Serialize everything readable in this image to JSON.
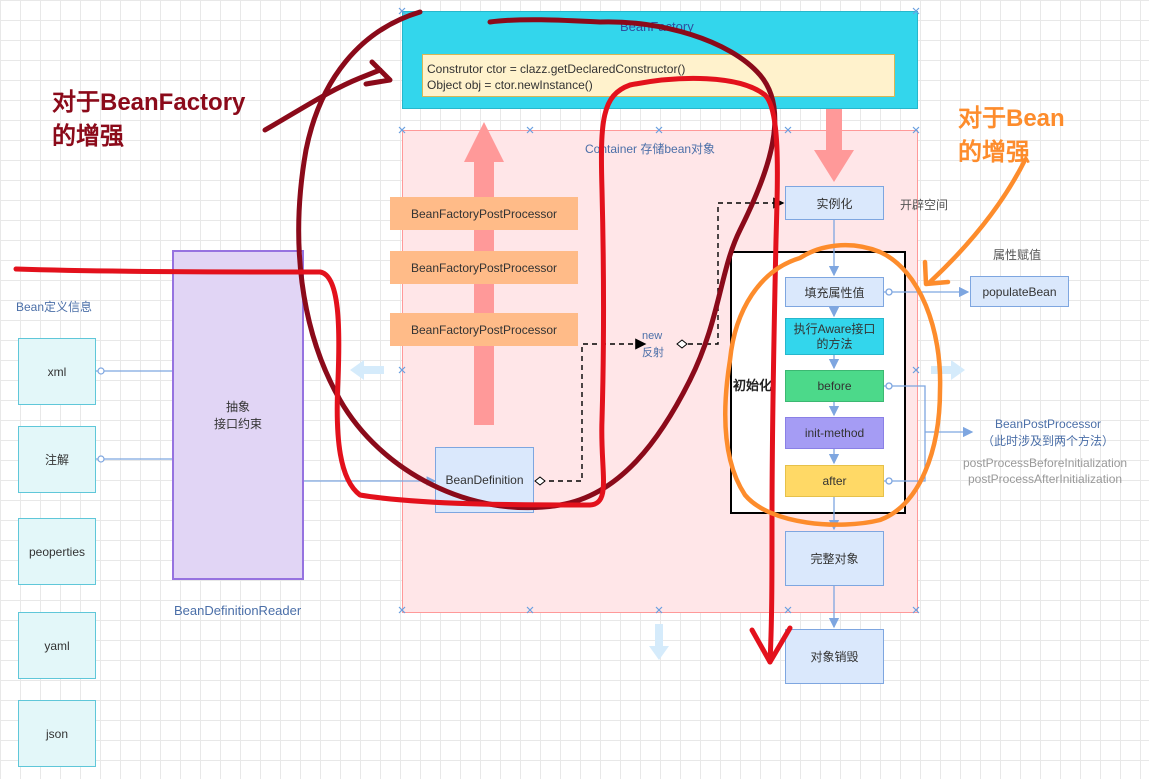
{
  "colors": {
    "factory_annotation": "#8b0a1a",
    "bean_annotation": "#fd8c2c",
    "red_ink": "#e3111c",
    "container_border": "#ff9999",
    "container_fill": "#ffe6e8",
    "beanfactory_fill": "#33d6ec"
  },
  "beanfactory": {
    "title": "BeanFactory",
    "code_line1": "Construtor ctor = clazz.getDeclaredConstructor()",
    "code_line2": "Object obj = ctor.newInstance()"
  },
  "annotations": {
    "factory_line1": "对于BeanFactory",
    "factory_line2": "的增强",
    "bean_line1": "对于Bean",
    "bean_line2": "的增强"
  },
  "container": {
    "title": "Container 存储bean对象"
  },
  "bfpp": [
    "BeanFactoryPostProcessor",
    "BeanFactoryPostProcessor",
    "BeanFactoryPostProcessor"
  ],
  "definition_info": {
    "title": "Bean定义信息",
    "sources": [
      "xml",
      "注解",
      "peoperties",
      "yaml",
      "json"
    ]
  },
  "reader": {
    "abstract_line1": "抽象",
    "abstract_line2": "接口约束",
    "label": "BeanDefinitionReader"
  },
  "bean_definition": "BeanDefinition",
  "reflect": {
    "line1": "new",
    "line2": "反射"
  },
  "lifecycle": {
    "instantiate": "实例化",
    "space_label": "开辟空间",
    "fill": "填充属性值",
    "aware_line1": "执行Aware接口",
    "aware_line2": "的方法",
    "before": "before",
    "init_method": "init-method",
    "after": "after",
    "init_label": "初始化",
    "complete": "完整对象",
    "destroy": "对象销毁"
  },
  "property": {
    "label": "属性赋值",
    "populate": "populateBean"
  },
  "bpp": {
    "line1": "BeanPostProcessor",
    "line2": "（此时涉及到两个方法）",
    "method1": "postProcessBeforeInitialization",
    "method2": "postProcessAfterInitialization"
  }
}
